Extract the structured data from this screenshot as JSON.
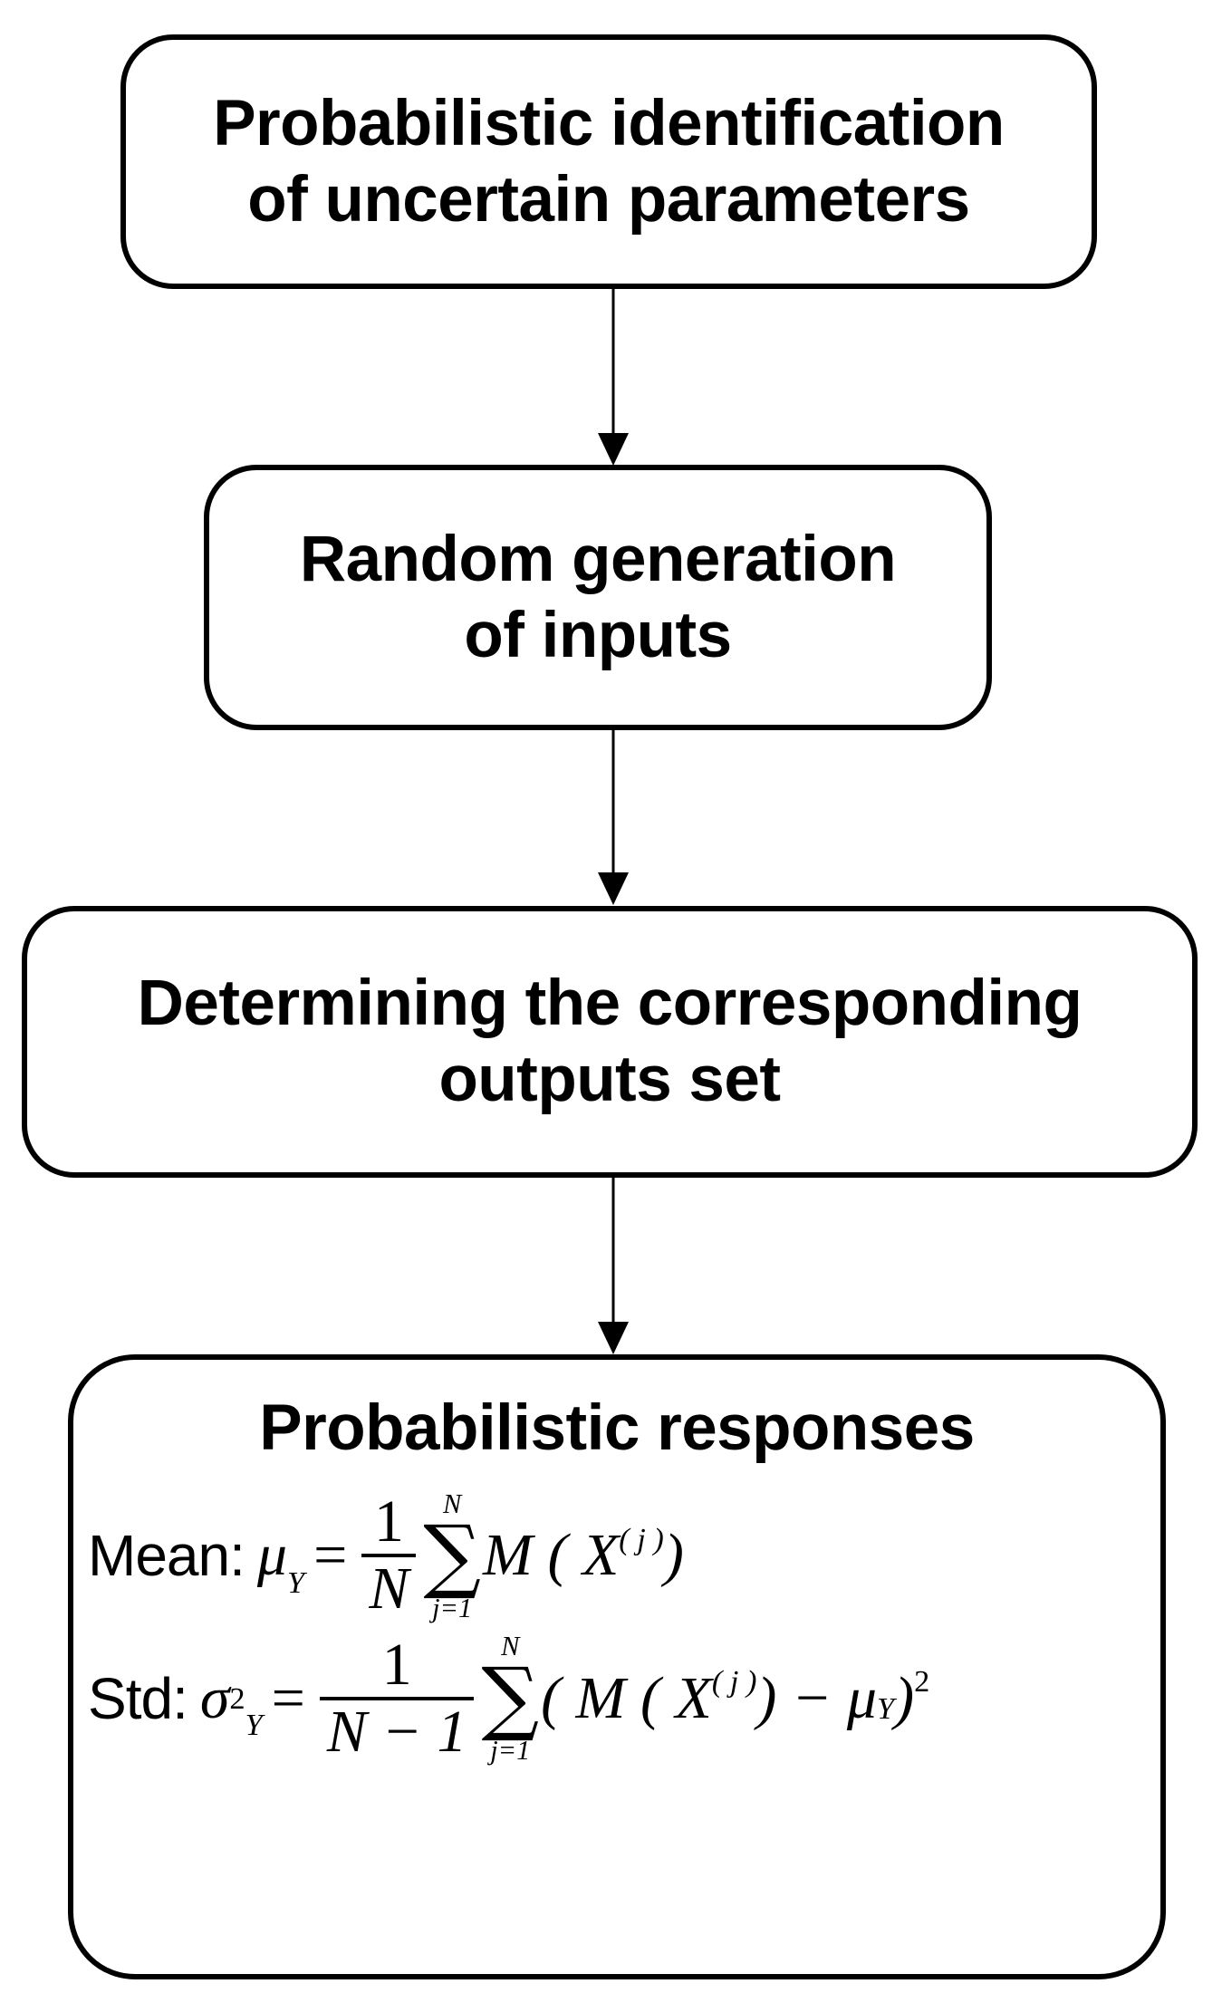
{
  "diagram": {
    "title": "Monte Carlo probabilistic analysis flowchart",
    "background_color": "#ffffff",
    "stroke_color": "#000000",
    "nodes": [
      {
        "id": "identification",
        "label": "Probabilistic identification\nof uncertain parameters"
      },
      {
        "id": "random",
        "label": "Random generation\nof inputs"
      },
      {
        "id": "outputs",
        "label": "Determining the corresponding\noutputs set"
      },
      {
        "id": "responses",
        "label": "Probabilistic responses"
      }
    ],
    "connectors": [
      {
        "id": "arrow-1",
        "from": "identification",
        "to": "random",
        "style": "straight-arrow-down"
      },
      {
        "id": "arrow-2",
        "from": "random",
        "to": "outputs",
        "style": "straight-arrow-down"
      },
      {
        "id": "arrow-3",
        "from": "outputs",
        "to": "responses",
        "style": "straight-arrow-down"
      }
    ]
  },
  "formulas": {
    "mean": {
      "label": "Mean:",
      "lhs_symbol": "μ",
      "lhs_subscript": "Y",
      "equals": "=",
      "fraction_numerator": "1",
      "fraction_denominator": "N",
      "sum_upper_limit": "N",
      "sum_lower_limit": "j=1",
      "sum_glyph": "∑",
      "body": "M ( X",
      "body_superscript": "( j )",
      "body_close": ")",
      "plain_text": "Mean:  μ_Y = (1/N) Σ_{j=1}^{N} M(X^{(j)})"
    },
    "std": {
      "label": "Std:",
      "lhs_symbol": "σ",
      "lhs_superscript": "2",
      "lhs_subscript": "Y",
      "equals": "=",
      "fraction_numerator": "1",
      "fraction_denominator": "N − 1",
      "sum_upper_limit": "N",
      "sum_lower_limit": "j=1",
      "sum_glyph": "∑",
      "body_open": "( M ( X",
      "body_superscript": "( j )",
      "body_mid": ") − μ",
      "body_mu_subscript": "Y",
      "body_close": ")",
      "body_power": "2",
      "plain_text": "Std:  σ²_Y = 1/(N−1) Σ_{j=1}^{N} ( M(X^{(j)}) − μ_Y )²"
    }
  }
}
